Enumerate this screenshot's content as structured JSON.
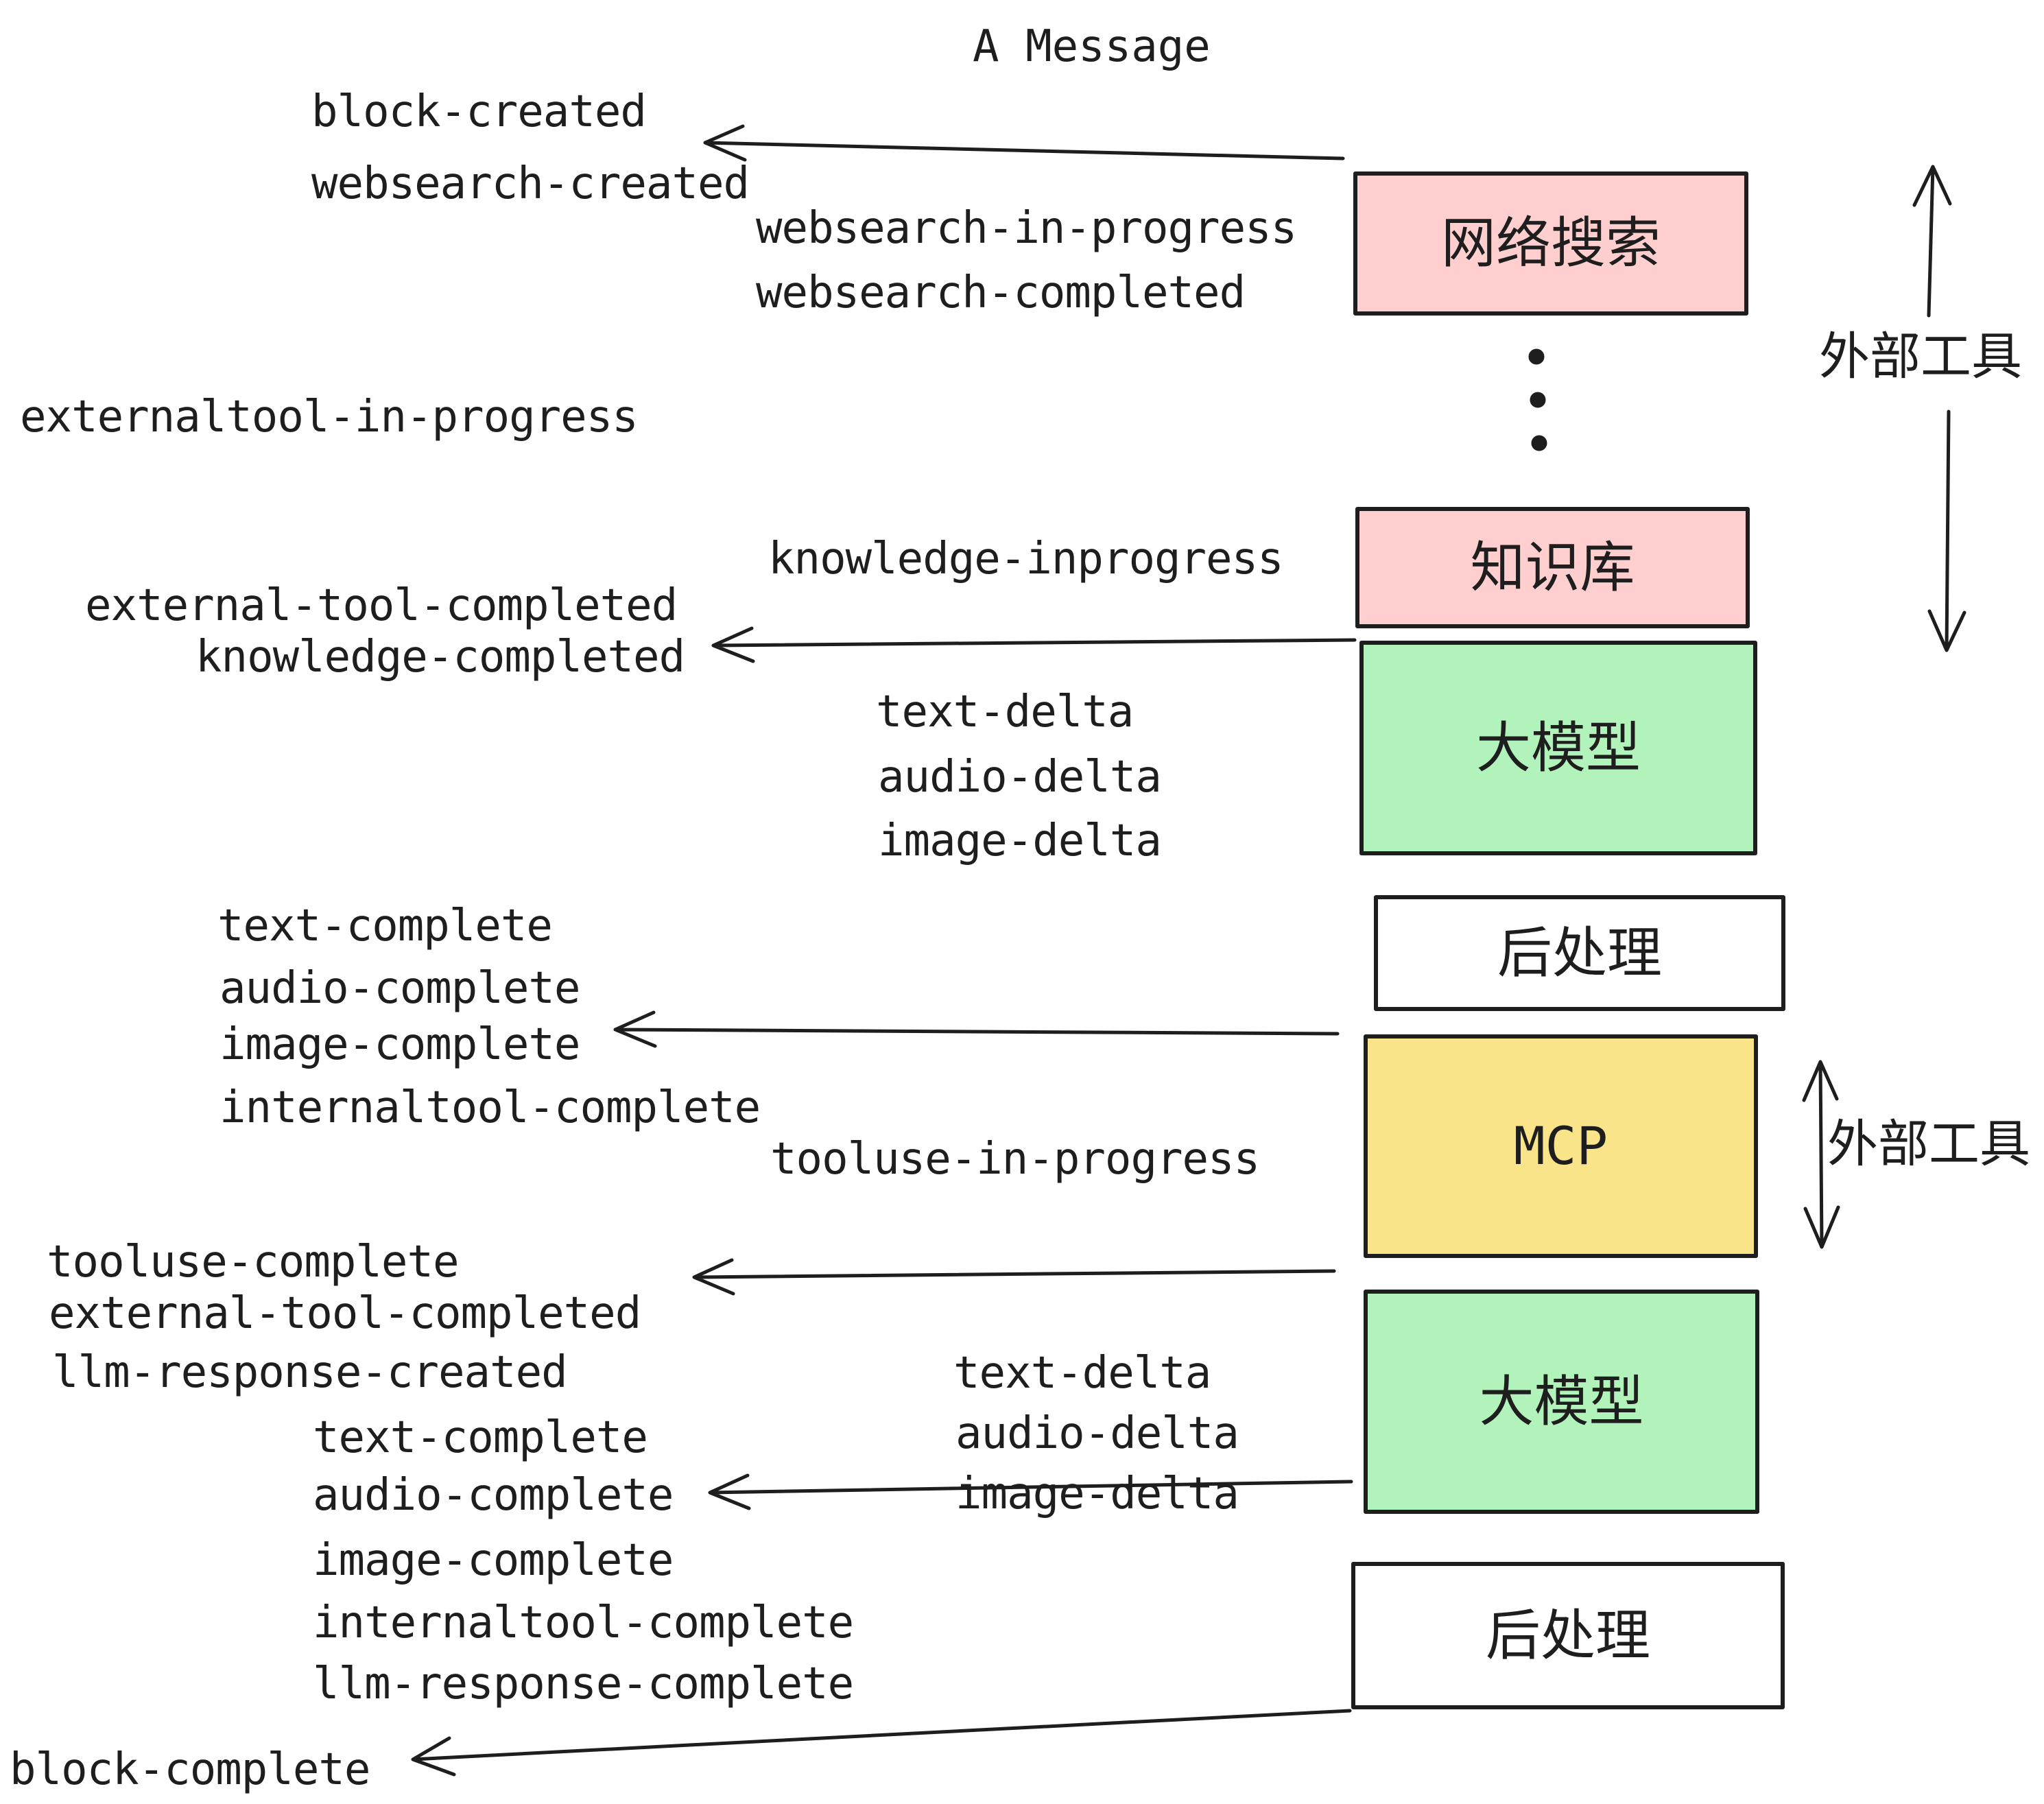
{
  "title": "A Message",
  "events": {
    "block_created": "block-created",
    "websearch_created": "websearch-created",
    "websearch_in_progress": "websearch-in-progress",
    "websearch_completed": "websearch-completed",
    "externaltool_in_progress": "externaltool-in-progress",
    "knowledge_inprogress": "knowledge-inprogress",
    "external_tool_completed": "external-tool-completed",
    "knowledge_completed": "knowledge-completed",
    "text_delta": "text-delta",
    "audio_delta": "audio-delta",
    "image_delta": "image-delta",
    "text_complete": "text-complete",
    "audio_complete": "audio-complete",
    "image_complete": "image-complete",
    "internaltool_complete": "internaltool-complete",
    "tooluse_in_progress": "tooluse-in-progress",
    "tooluse_complete": "tooluse-complete",
    "external_tool_completed_2": "external-tool-completed",
    "llm_response_created": "llm-response-created",
    "text_delta_2": "text-delta",
    "audio_delta_2": "audio-delta",
    "image_delta_2": "image-delta",
    "text_complete_2": "text-complete",
    "audio_complete_2": "audio-complete",
    "image_complete_2": "image-complete",
    "internaltool_complete_2": "internaltool-complete",
    "llm_response_complete": "llm-response-complete",
    "block_complete": "block-complete"
  },
  "boxes": {
    "websearch": {
      "label": "网络搜索",
      "fill": "#ffcfcf"
    },
    "knowledge": {
      "label": "知识库",
      "fill": "#ffcfcf"
    },
    "llm1": {
      "label": "大模型",
      "fill": "#b2f2bb"
    },
    "post1": {
      "label": "后处理",
      "fill": "#ffffff"
    },
    "mcp": {
      "label": "MCP",
      "fill": "#f9e48a"
    },
    "llm2": {
      "label": "大模型",
      "fill": "#b2f2bb"
    },
    "post2": {
      "label": "后处理",
      "fill": "#ffffff"
    }
  },
  "side_labels": {
    "external_tools_top": "外部工具",
    "external_tools_mid": "外部工具"
  },
  "colors": {
    "stroke": "#1e1e1e",
    "pink": "#ffcfcf",
    "green": "#b2f2bb",
    "yellow": "#f9e48a",
    "background": "#ffffff"
  }
}
